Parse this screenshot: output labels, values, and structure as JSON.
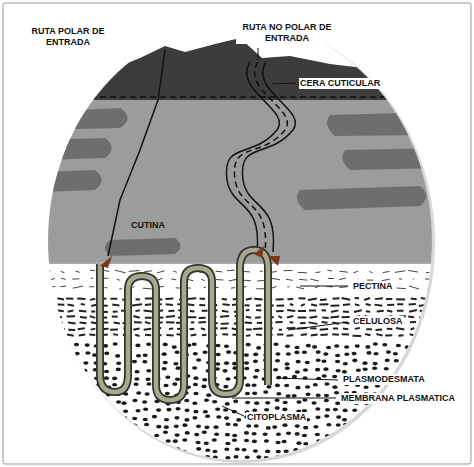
{
  "diagram": {
    "labels": [
      "RUTA POLAR DE ENTRADA",
      "RUTA NO POLAR DE ENTRADA",
      "CERA CUTICULAR",
      "CUTINA",
      "PECTINA",
      "CELULOSA",
      "PLASMODESMATA",
      "MEMBRANA PLASMATICA",
      "CITOPLASMA"
    ]
  }
}
